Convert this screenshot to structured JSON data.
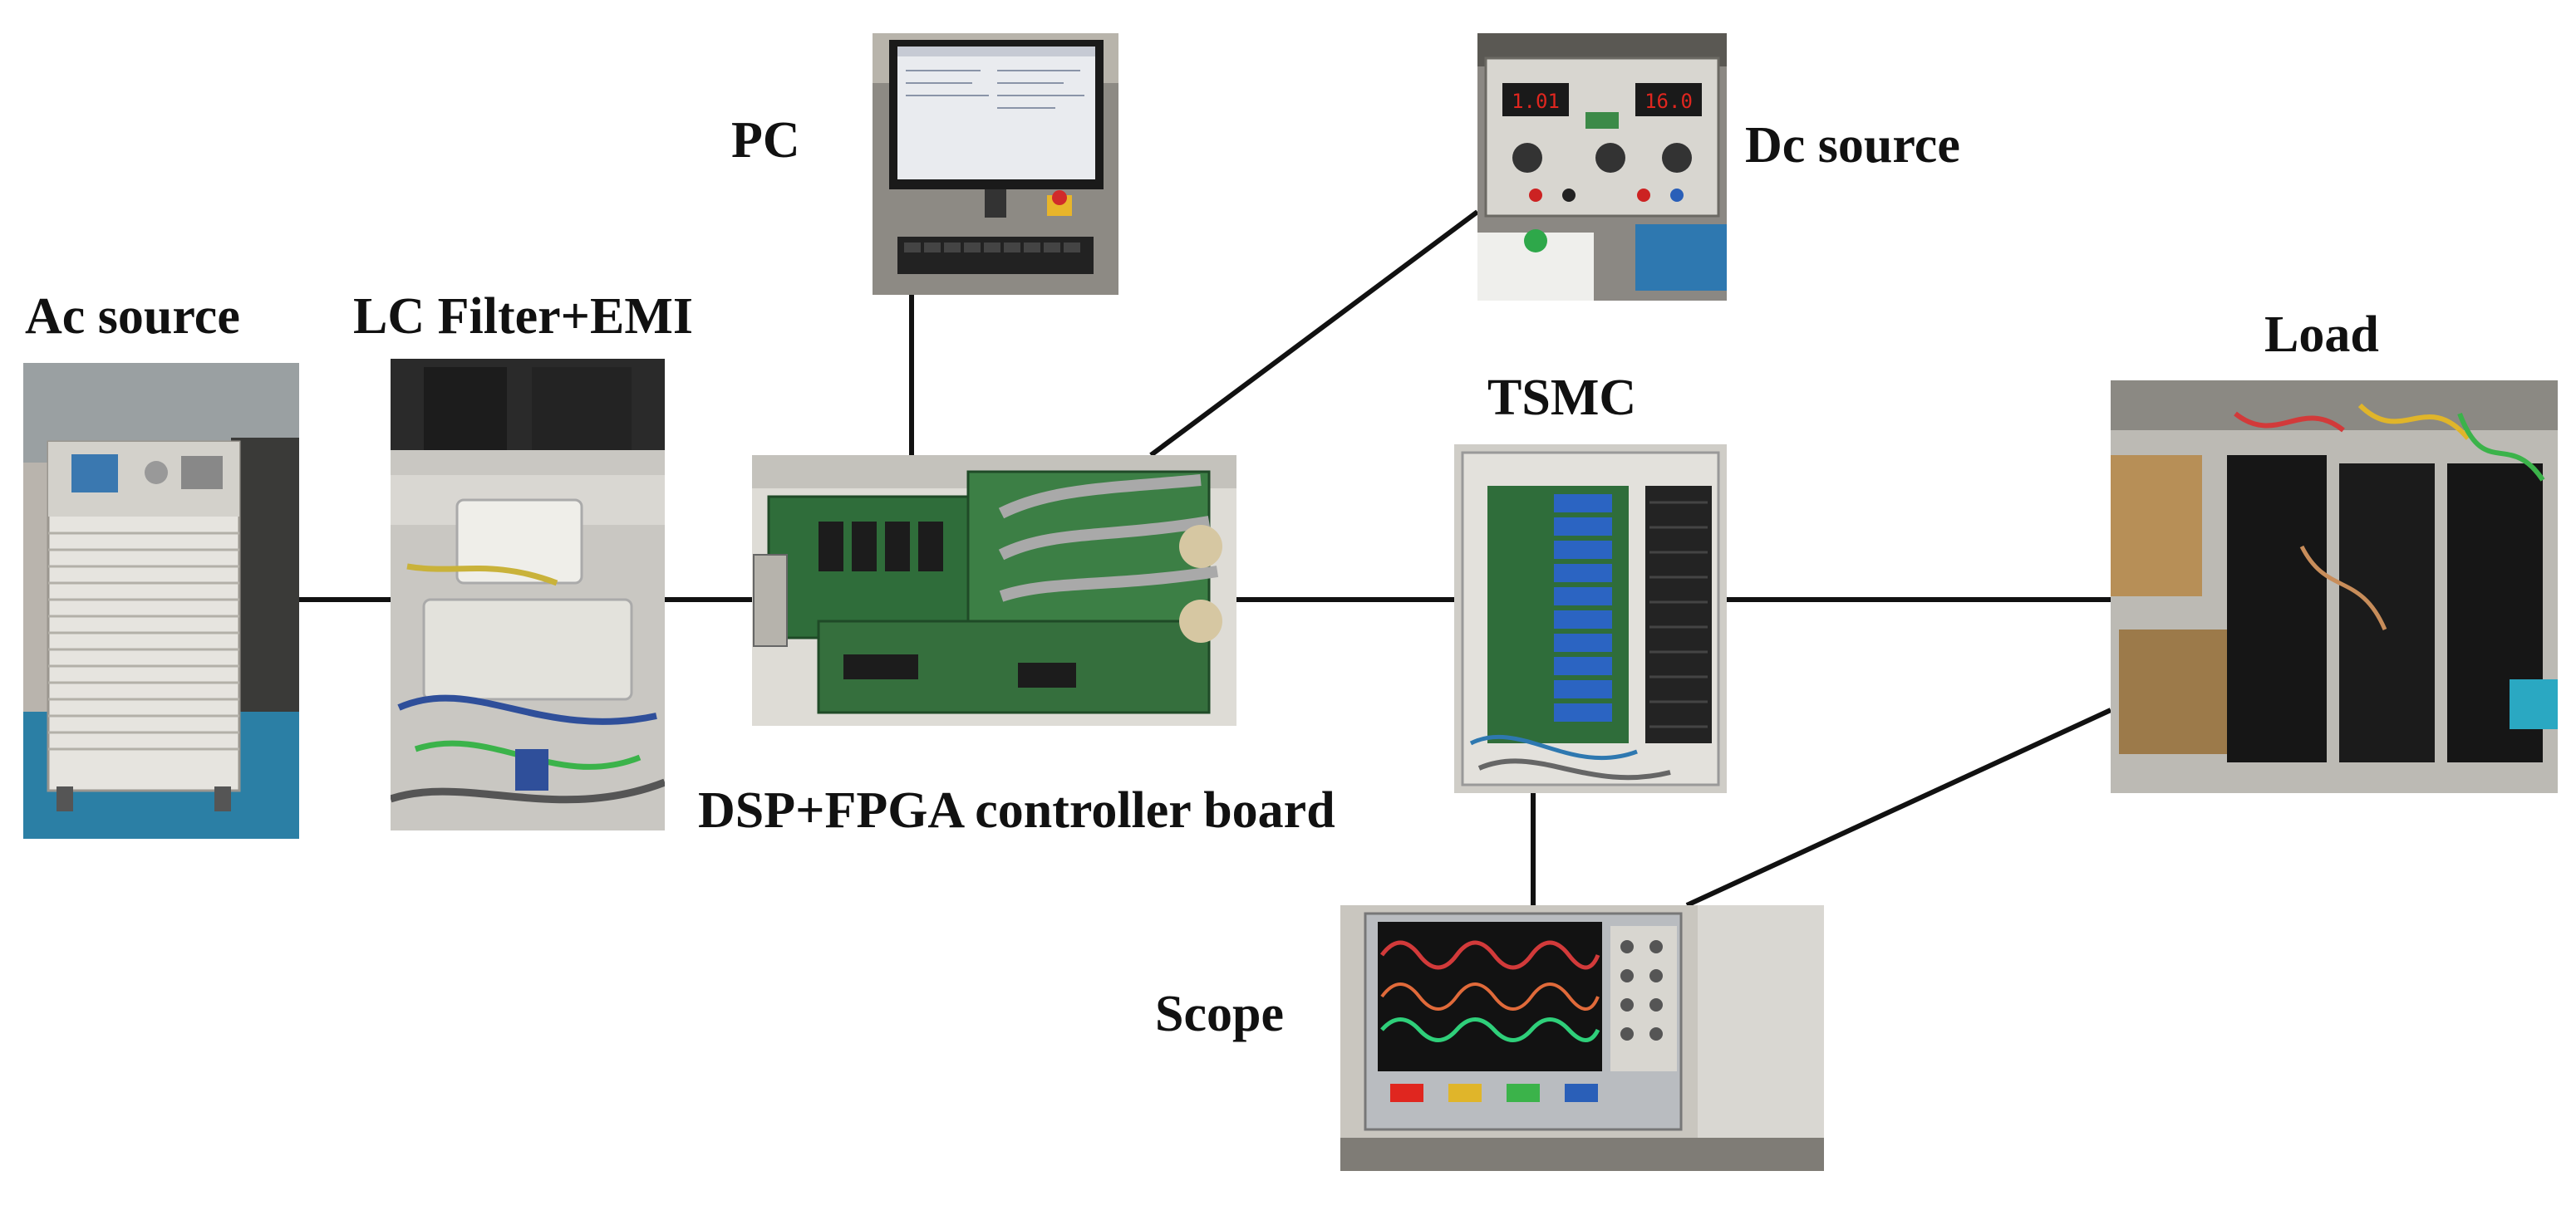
{
  "labels": {
    "ac_source": "Ac source",
    "lc_filter": "LC Filter+EMI",
    "pc": "PC",
    "dc_source": "Dc source",
    "tsmc": "TSMC",
    "load": "Load",
    "controller": "DSP+FPGA controller board",
    "scope": "Scope"
  },
  "photos": [
    {
      "id": "ac-source-photo",
      "icon": "ac-power-supply-cabinet"
    },
    {
      "id": "lc-filter-photo",
      "icon": "filter-enclosure-boxes"
    },
    {
      "id": "pc-photo",
      "icon": "computer-monitor"
    },
    {
      "id": "dc-source-photo",
      "icon": "bench-dc-power-supply"
    },
    {
      "id": "controller-photo",
      "icon": "green-circuit-board"
    },
    {
      "id": "tsmc-photo",
      "icon": "converter-cabinet"
    },
    {
      "id": "load-photo",
      "icon": "resistive-load-bank"
    },
    {
      "id": "scope-photo",
      "icon": "oscilloscope"
    }
  ],
  "colors": {
    "wire": "#111111",
    "pcb_green": "#2f6d3a",
    "scope_trace_red": "#d23a3a",
    "scope_trace_green": "#2fcf7a"
  }
}
